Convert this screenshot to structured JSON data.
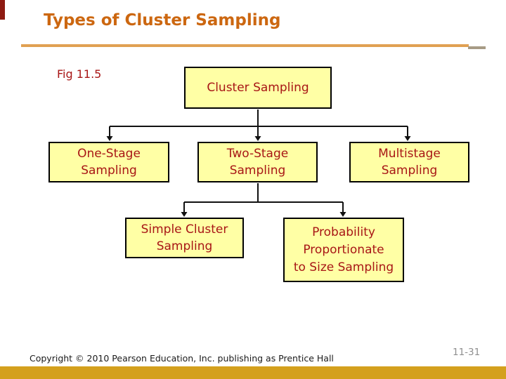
{
  "slide": {
    "title": "Types of Cluster Sampling",
    "fig_label": "Fig 11.5",
    "footer": "Copyright © 2010 Pearson Education, Inc. publishing as Prentice Hall",
    "page_number": "11-31"
  },
  "diagram": {
    "type": "hierarchy-flowchart",
    "nodes": [
      {
        "id": "cluster",
        "label": "Cluster Sampling"
      },
      {
        "id": "one-stage",
        "label": "One-Stage\nSampling"
      },
      {
        "id": "two-stage",
        "label": "Two-Stage\nSampling"
      },
      {
        "id": "multistage",
        "label": "Multistage\nSampling"
      },
      {
        "id": "simple-cluster",
        "label": "Simple Cluster\nSampling"
      },
      {
        "id": "pps",
        "label": "Probability\nProportionate\nto Size Sampling"
      }
    ],
    "edges": [
      {
        "from": "cluster",
        "to": "one-stage"
      },
      {
        "from": "cluster",
        "to": "two-stage"
      },
      {
        "from": "cluster",
        "to": "multistage"
      },
      {
        "from": "two-stage",
        "to": "simple-cluster"
      },
      {
        "from": "two-stage",
        "to": "pps"
      }
    ]
  },
  "colors": {
    "title_color": "#cc6710",
    "accent_red": "#8e1b12",
    "rule_orange": "#e0a052",
    "rule_gray": "#a79b85",
    "box_fill": "#ffffa5",
    "box_border": "#000000",
    "box_text": "#a81616",
    "connector": "#111111",
    "bottom_gold": "#d4a01d",
    "page_gray": "#8f8f8f"
  }
}
